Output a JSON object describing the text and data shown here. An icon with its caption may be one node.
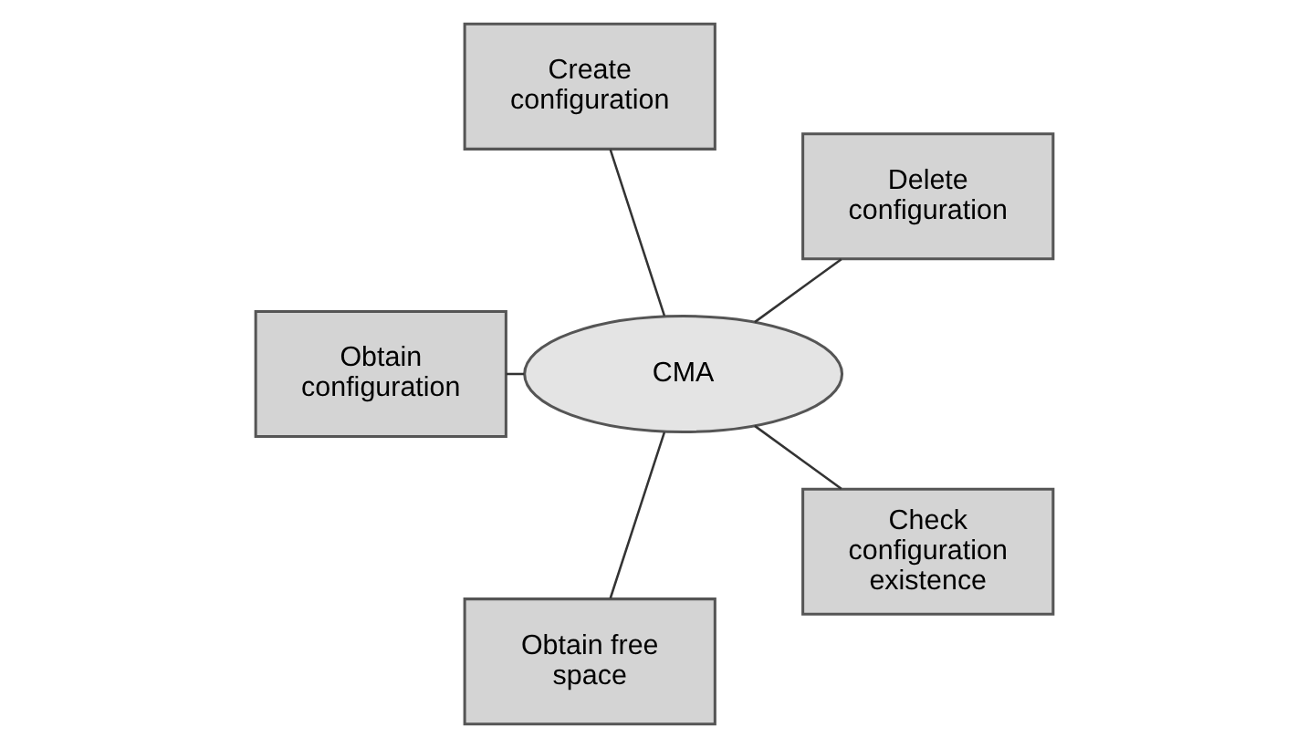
{
  "diagram": {
    "nodes": [
      {
        "text": [
          "Delete configuration"
        ]
      },
      {
        "text": [
          "Create configuration"
        ]
      },
      {
        "text": [
          "Obtain configuration"
        ]
      },
      {
        "text": [
          "CMA"
        ]
      },
      {
        "text": [
          "Obtain free space"
        ]
      },
      {
        "text": [
          "Check configuration existence"
        ]
      }
    ],
    "edges": [
      {
        "from": 3,
        "to": 0,
        "arrow": "none"
      },
      {
        "from": 3,
        "to": 1,
        "arrow": "none"
      },
      {
        "from": 3,
        "to": 2,
        "arrow": "none"
      },
      {
        "from": 3,
        "to": 4,
        "arrow": "none"
      },
      {
        "from": 3,
        "to": 5,
        "arrow": "none"
      }
    ]
  }
}
